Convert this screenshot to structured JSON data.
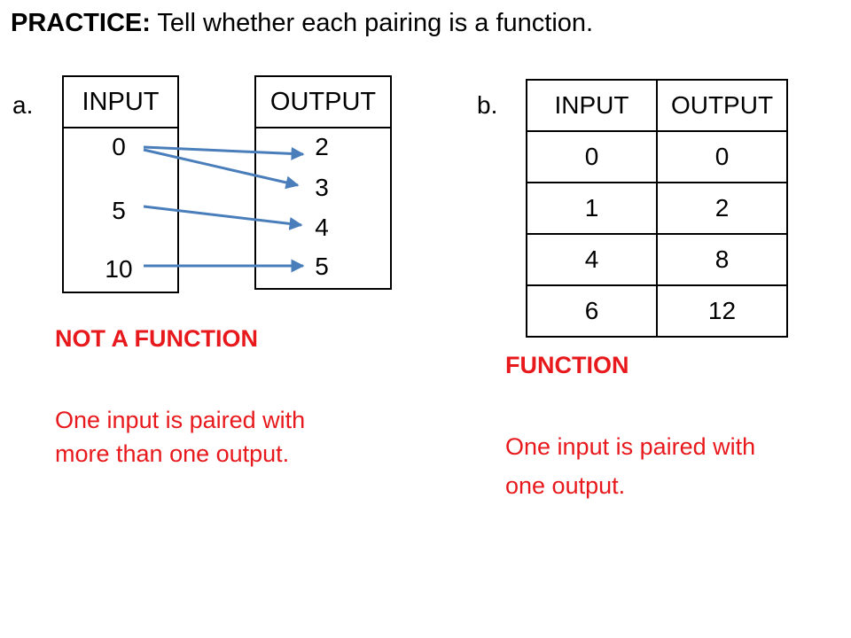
{
  "heading": {
    "bold": "PRACTICE:",
    "text": " Tell whether each pairing is a function."
  },
  "part_a": {
    "label": "a.",
    "input_header": "INPUT",
    "output_header": "OUTPUT",
    "inputs": [
      "0",
      "5",
      "10"
    ],
    "outputs": [
      "2",
      "3",
      "4",
      "5"
    ],
    "arrow_color": "#4a7ebb",
    "verdict": "NOT A FUNCTION",
    "explanation_line1": "One input is paired with",
    "explanation_line2": "more than one output."
  },
  "part_b": {
    "label": "b.",
    "headers": [
      "INPUT",
      "OUTPUT"
    ],
    "rows": [
      [
        "0",
        "0"
      ],
      [
        "1",
        "2"
      ],
      [
        "4",
        "8"
      ],
      [
        "6",
        "12"
      ]
    ],
    "verdict": "FUNCTION",
    "explanation_line1": "One input is paired with",
    "explanation_line2": "one output."
  },
  "colors": {
    "answer_red": "#e8191c",
    "arrow_blue": "#4a7ebb"
  }
}
